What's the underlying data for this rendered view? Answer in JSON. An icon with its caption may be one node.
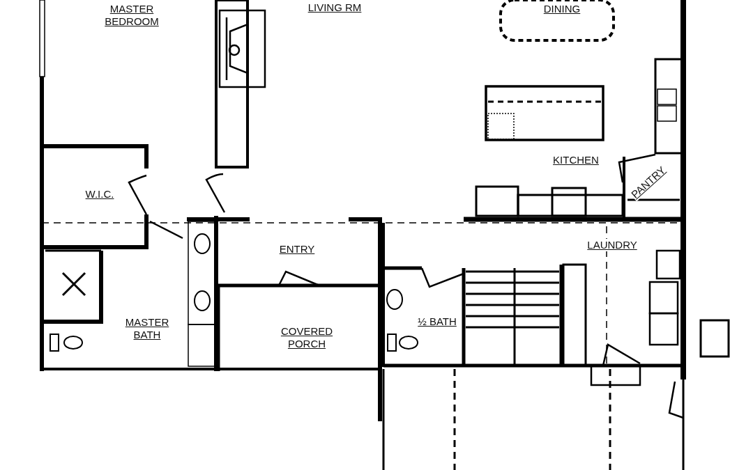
{
  "diagram": {
    "labels": [
      "MASTER BEDROOM",
      "LIVING RM",
      "DINING",
      "KITCHEN",
      "PANTRY",
      "W.I.C.",
      "ENTRY",
      "LAUNDRY",
      "MASTER BATH",
      "COVERED PORCH",
      "½ BATH"
    ]
  }
}
